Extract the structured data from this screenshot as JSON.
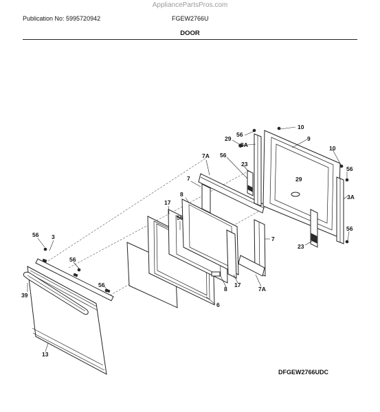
{
  "header": {
    "watermark": "AppliancePartsPros.com",
    "publication": "Publication No: 5995720942",
    "model": "FGEW2766U",
    "section_title": "DOOR"
  },
  "diagram": {
    "code": "DFGEW2766UDC",
    "callouts": {
      "c10a": "10",
      "c56a": "56",
      "c29a": "29",
      "c3Aa": "3A",
      "c9": "9",
      "c10b": "10",
      "c7Aa": "7A",
      "c56b": "56",
      "c23a": "23",
      "c56c": "56",
      "c29b": "29",
      "c7a": "7",
      "c3Ab": "3A",
      "c17a": "17",
      "c8a": "8",
      "c56d": "56",
      "c7b": "7",
      "c23b": "23",
      "c56e": "56",
      "c3": "3",
      "c56f": "56",
      "c56g": "56",
      "c39": "39",
      "c8b": "8",
      "c17b": "17",
      "c7Ab": "7A",
      "c6": "6",
      "c13": "13"
    }
  }
}
